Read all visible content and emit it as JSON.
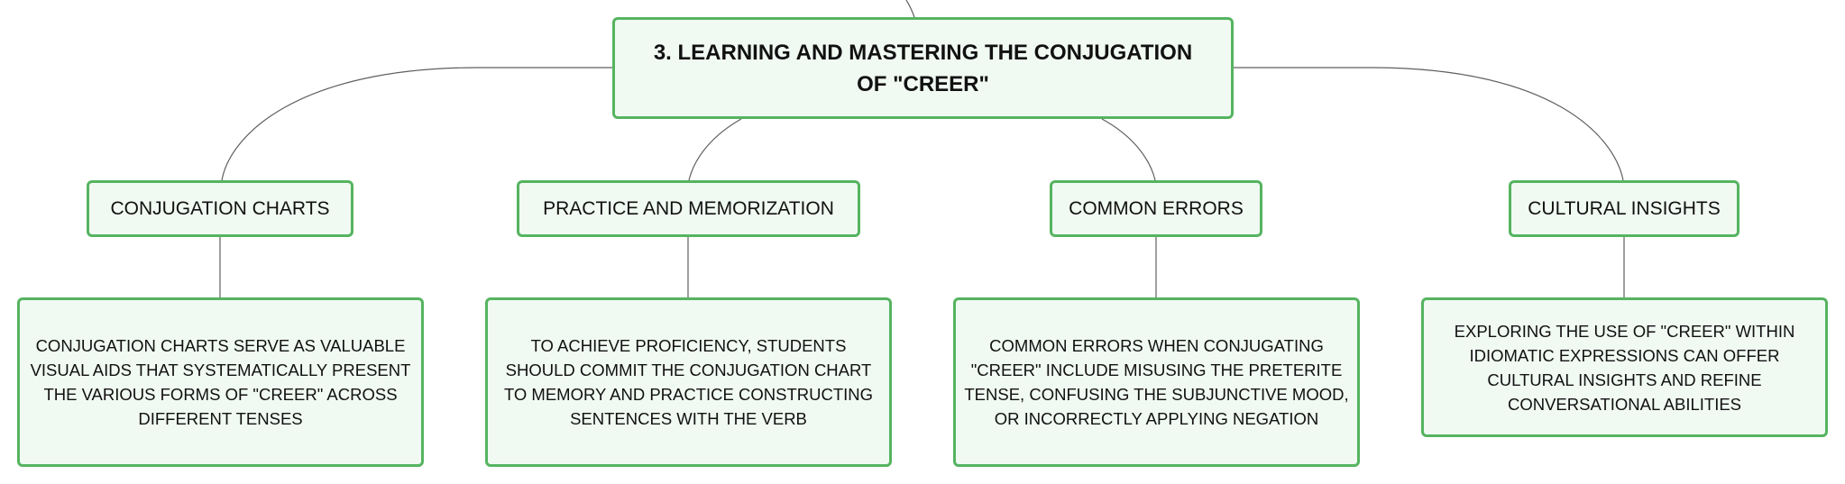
{
  "root": {
    "title": "3. LEARNING AND MASTERING THE CONJUGATION OF \"CREER\""
  },
  "branches": [
    {
      "label": "CONJUGATION CHARTS",
      "detail": "CONJUGATION CHARTS SERVE AS VALUABLE VISUAL AIDS THAT SYSTEMATICALLY PRESENT THE VARIOUS FORMS OF \"CREER\" ACROSS DIFFERENT TENSES"
    },
    {
      "label": "PRACTICE AND MEMORIZATION",
      "detail": "TO ACHIEVE PROFICIENCY, STUDENTS SHOULD COMMIT THE CONJUGATION CHART TO MEMORY AND PRACTICE CONSTRUCTING SENTENCES WITH THE VERB"
    },
    {
      "label": "COMMON ERRORS",
      "detail": "COMMON ERRORS WHEN CONJUGATING \"CREER\" INCLUDE MISUSING THE PRETERITE TENSE, CONFUSING THE SUBJUNCTIVE MOOD, OR INCORRECTLY APPLYING NEGATION"
    },
    {
      "label": "CULTURAL INSIGHTS",
      "detail": "EXPLORING THE USE OF \"CREER\" WITHIN IDIOMATIC EXPRESSIONS CAN OFFER CULTURAL INSIGHTS AND REFINE CONVERSATIONAL ABILITIES"
    }
  ],
  "colors": {
    "node_border": "#55b460",
    "node_fill": "#f0f9f2",
    "connector": "#5f5f5f",
    "text": "#111111"
  }
}
